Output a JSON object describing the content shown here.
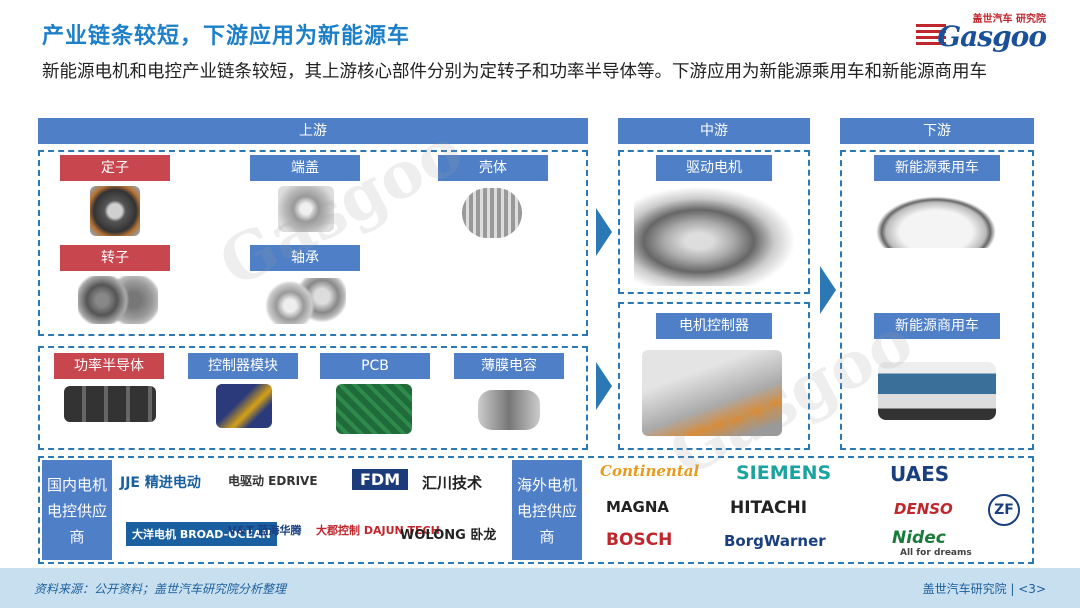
{
  "title": "产业链条较短，下游应用为新能源车",
  "logo": {
    "small": "盖世汽车 研究院",
    "big": "Gasgoo"
  },
  "subtitle": "新能源电机和电控产业链条较短，其上游核心部件分别为定转子和功率半导体等。下游应用为新能源乘用车和新能源商用车",
  "sections": {
    "upstream": "上游",
    "midstream": "中游",
    "downstream": "下游"
  },
  "upstream_motor": [
    "定子",
    "端盖",
    "壳体",
    "转子",
    "轴承"
  ],
  "upstream_control": [
    "功率半导体",
    "控制器模块",
    "PCB",
    "薄膜电容"
  ],
  "midstream_items": [
    "驱动电机",
    "电机控制器"
  ],
  "downstream_items": [
    "新能源乘用车",
    "新能源商用车"
  ],
  "suppliers": {
    "domestic_label": "国内电机电控供应商",
    "overseas_label": "海外电机电控供应商",
    "domestic": [
      "JJE 精进电动",
      "电驱动 EDRIVE",
      "FDM",
      "汇川技术",
      "大洋电机 BROAD-OCEAN",
      "V&T 蓝海华腾",
      "大郡控制 DAJUN TECH",
      "WOLONG 卧龙"
    ],
    "overseas": [
      "Continental",
      "SIEMENS",
      "UAES",
      "MAGNA",
      "HITACHI",
      "DENSO",
      "ZF",
      "BOSCH",
      "BorgWarner",
      "Nidec",
      "All for dreams"
    ]
  },
  "footer": {
    "source": "资料来源：公开资料；盖世汽车研究院分析整理",
    "org": "盖世汽车研究院 | <3>"
  },
  "colors": {
    "accent": "#1c7fc7",
    "header": "#4e7fc7",
    "red_label": "#c8464e",
    "dash": "#2b78b5"
  }
}
